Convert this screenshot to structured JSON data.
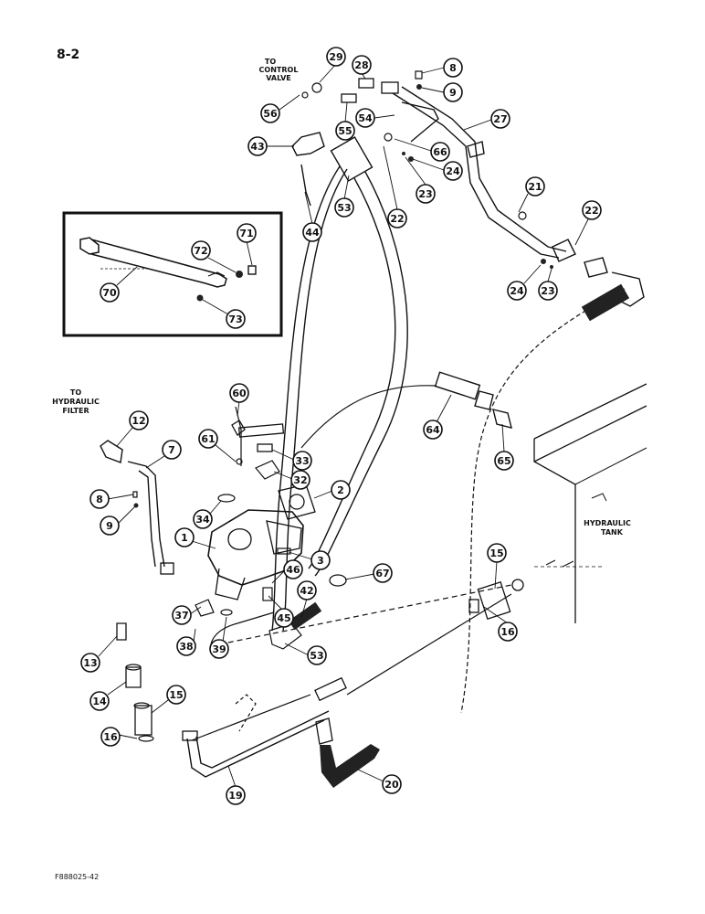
{
  "page_number": "8-2",
  "figure_code": "F888025-42",
  "labels": {
    "control_valve": [
      "TO",
      "CONTROL",
      "VALVE"
    ],
    "hydraulic_filter": [
      "TO",
      "HYDRAULIC",
      "FILTER"
    ],
    "hydraulic_tank": [
      "HYDRAULIC",
      "TANK"
    ]
  },
  "callouts": [
    "29",
    "28",
    "8",
    "9",
    "56",
    "55",
    "54",
    "27",
    "43",
    "66",
    "24",
    "23",
    "22",
    "44",
    "53",
    "21",
    "22",
    "24",
    "23",
    "71",
    "72",
    "70",
    "73",
    "60",
    "12",
    "7",
    "61",
    "33",
    "64",
    "65",
    "32",
    "2",
    "8",
    "9",
    "34",
    "1",
    "3",
    "67",
    "15",
    "46",
    "42",
    "16",
    "37",
    "45",
    "38",
    "39",
    "53",
    "13",
    "14",
    "15",
    "16",
    "19",
    "20"
  ]
}
